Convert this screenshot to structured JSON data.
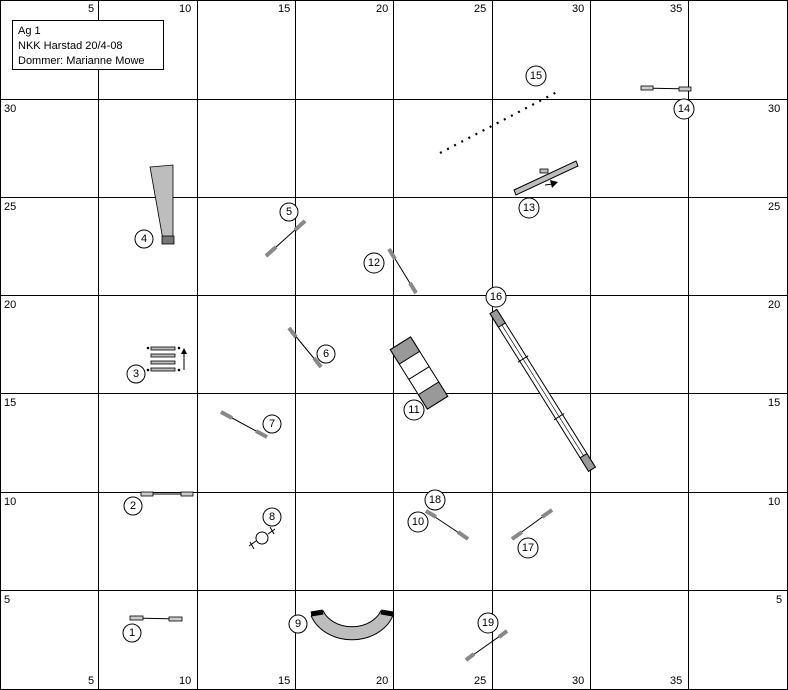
{
  "course": {
    "class": "Ag 1",
    "event": "NKK Harstad 20/4-08",
    "judge": "Dommer: Marianne Mowe"
  },
  "top_axis": [
    "5",
    "10",
    "15",
    "20",
    "25",
    "30",
    "35"
  ],
  "bottom_axis": [
    "5",
    "10",
    "15",
    "20",
    "25",
    "30",
    "35"
  ],
  "left_axis": [
    "30",
    "25",
    "20",
    "15",
    "10",
    "5"
  ],
  "right_axis": [
    "30",
    "25",
    "20",
    "15",
    "10",
    "5"
  ],
  "obstacles": [
    {
      "number": "1",
      "type": "jump"
    },
    {
      "number": "2",
      "type": "jump"
    },
    {
      "number": "3",
      "type": "weave"
    },
    {
      "number": "4",
      "type": "chute"
    },
    {
      "number": "5",
      "type": "jump"
    },
    {
      "number": "6",
      "type": "jump"
    },
    {
      "number": "7",
      "type": "jump"
    },
    {
      "number": "8",
      "type": "tire"
    },
    {
      "number": "9",
      "type": "tunnel"
    },
    {
      "number": "10",
      "type": "jump"
    },
    {
      "number": "11",
      "type": "a-frame"
    },
    {
      "number": "12",
      "type": "jump"
    },
    {
      "number": "13",
      "type": "seesaw"
    },
    {
      "number": "14",
      "type": "jump"
    },
    {
      "number": "15",
      "type": "long-jump"
    },
    {
      "number": "16",
      "type": "dog-walk"
    },
    {
      "number": "17",
      "type": "jump"
    },
    {
      "number": "18",
      "type": "jump"
    },
    {
      "number": "19",
      "type": "jump"
    }
  ],
  "colors": {
    "grid": "#000000",
    "equipment": "#bdbdbd",
    "contact": "#808080"
  }
}
